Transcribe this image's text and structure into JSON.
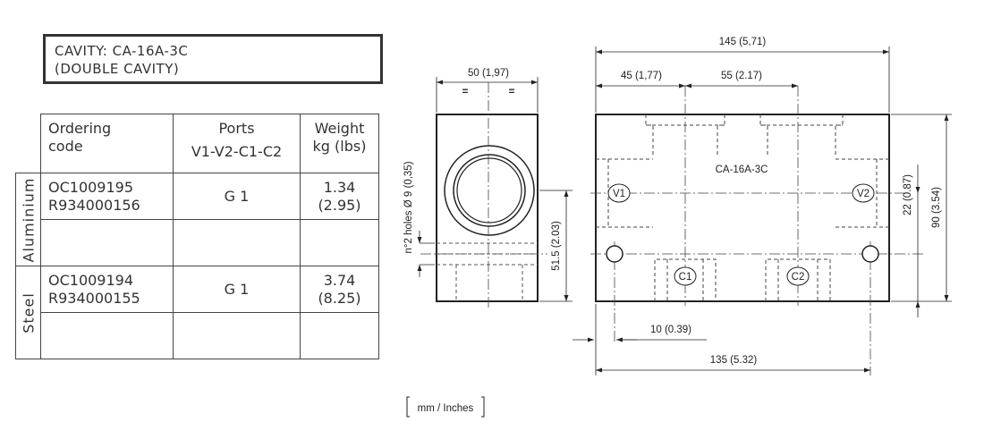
{
  "cavity": {
    "line1": "CAVITY: CA-16A-3C",
    "line2": "(DOUBLE CAVITY)"
  },
  "table": {
    "headers": {
      "code": [
        "Ordering",
        "code"
      ],
      "ports": [
        "Ports",
        "V1-V2-C1-C2"
      ],
      "weight": [
        "Weight",
        "kg (lbs)"
      ]
    },
    "rows": [
      {
        "material": "Aluminium",
        "codes": [
          "OC1009195",
          "R934000156"
        ],
        "ports": "G 1",
        "weight": [
          "1.34",
          "(2.95)"
        ]
      },
      {
        "material": "Steel",
        "codes": [
          "OC1009194",
          "R934000155"
        ],
        "ports": "G 1",
        "weight": [
          "3.74",
          "(8.25)"
        ]
      }
    ]
  },
  "drawing": {
    "side_view": {
      "width_dim": "50 (1,97)",
      "height_dim": "51.5 (2.03)",
      "holes_note": "n°2 holes Ø 9 (0,35)",
      "marks": [
        "=",
        "="
      ]
    },
    "front_view": {
      "label": "CA-16A-3C",
      "overall_width": "145 (5,71)",
      "left_dim": "45 (1,77)",
      "mid_dim": "55 (2.17)",
      "right_dim_a": "22 (0.87)",
      "right_dim_b": "90 (3.54)",
      "hole_offset": "10 (0.39)",
      "hole_span": "135 (5.32)",
      "ports": [
        "V1",
        "V2",
        "C1",
        "C2"
      ]
    },
    "units": "mm / Inches"
  }
}
